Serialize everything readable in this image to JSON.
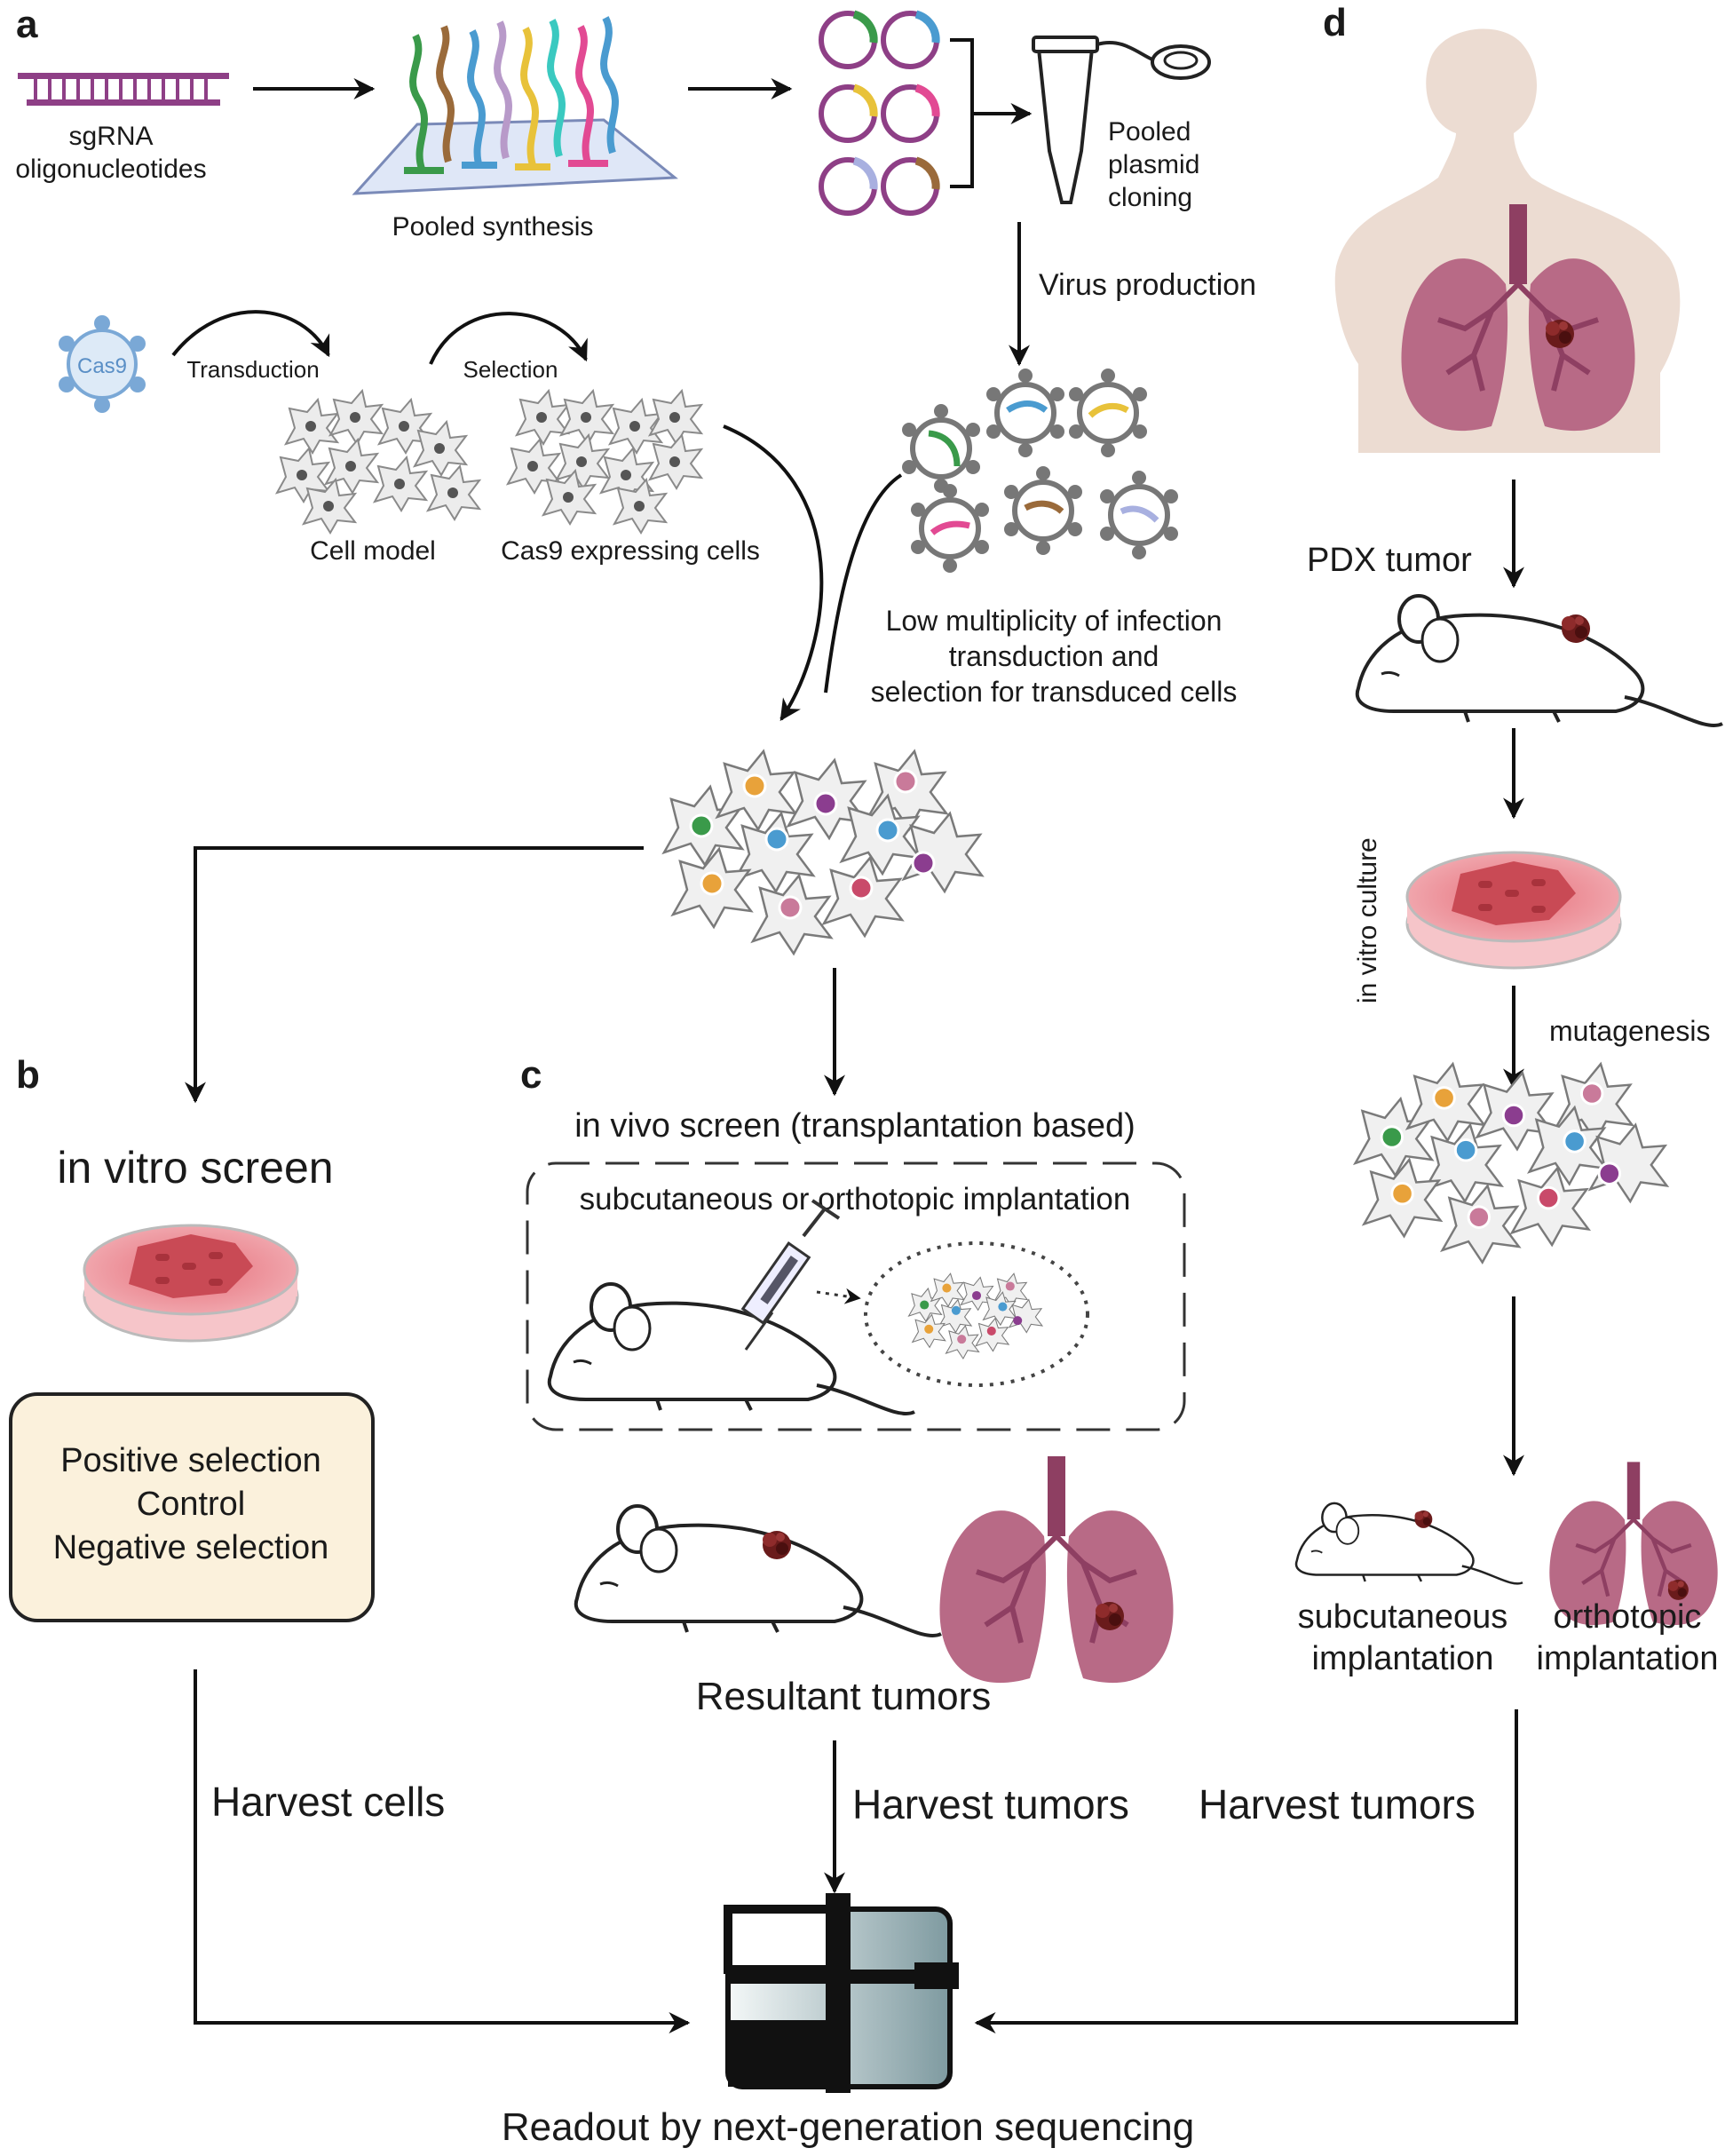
{
  "panels": {
    "a": "a",
    "b": "b",
    "c": "c",
    "d": "d"
  },
  "a": {
    "sgrna_label_1": "sgRNA",
    "sgrna_label_2": "oligonucleotides",
    "pooled_synthesis": "Pooled synthesis",
    "pooled_1": "Pooled",
    "pooled_2": "plasmid",
    "pooled_3": "cloning",
    "virus_production": "Virus production",
    "cas9": "Cas9",
    "transduction": "Transduction",
    "selection": "Selection",
    "cell_model": "Cell model",
    "cas9_cells": "Cas9 expressing cells",
    "moi_1": "Low multiplicity of infection",
    "moi_2": "transduction and",
    "moi_3": "selection for transduced cells"
  },
  "b": {
    "title": "in vitro screen",
    "positive": "Positive selection",
    "control": "Control",
    "negative": "Negative selection",
    "harvest": "Harvest cells"
  },
  "c": {
    "title": "in vivo screen (transplantation based)",
    "implantation": "subcutaneous or orthotopic implantation",
    "resultant": "Resultant tumors",
    "harvest": "Harvest tumors"
  },
  "d": {
    "pdx": "PDX tumor",
    "culture": "in vitro culture",
    "mutagenesis": "mutagenesis",
    "subcut_1": "subcutaneous",
    "subcut_2": "implantation",
    "ortho_1": "orthotopic",
    "ortho_2": "implantation",
    "harvest": "Harvest tumors"
  },
  "readout": "Readout by next-generation sequencing",
  "colors": {
    "green": "#3a9a4a",
    "orange": "#e8a23a",
    "purple": "#8b3d8f",
    "blue": "#4a9bd0",
    "pink": "#e24a93",
    "brown": "#9a6a3a",
    "lavender": "#a8b0e0",
    "plasmid": "#8e3f86",
    "lung": "#b86a86",
    "lungdark": "#8e3f62",
    "petri": "#e8858f",
    "tumor": "#6a1b1b",
    "body": "#ecdcd2",
    "box_fill": "#fbf1dc"
  }
}
